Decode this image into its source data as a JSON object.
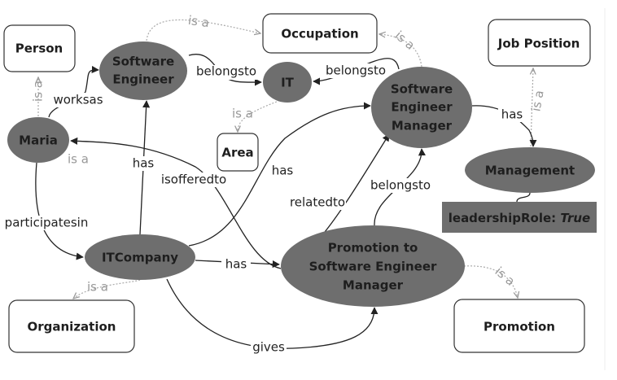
{
  "nodes": {
    "person": "Person",
    "occupation": "Occupation",
    "job_position": "Job Position",
    "software_engineer": [
      "Software",
      "Engineer"
    ],
    "it": "IT",
    "area": "Area",
    "se_manager": [
      "Software",
      "Engineer",
      "Manager"
    ],
    "maria": "Maria",
    "management": "Management",
    "leadership_key": "leadershipRole:",
    "leadership_value": "True",
    "itcompany": "ITCompany",
    "promotion_node": [
      "Promotion to",
      "Software Engineer",
      "Manager"
    ],
    "organization": "Organization",
    "promotion_class": "Promotion"
  },
  "edges": {
    "worksas": "worksas",
    "belongsto_se_it": "belongsto",
    "belongsto_sem_it": "belongsto",
    "belongsto_promo_sem": "belongsto",
    "has_itc_se": "has",
    "has_itc_sem": "has",
    "has_itc_promo": "has",
    "has_sem_mgmt": "has",
    "isofferedto": "isofferedto",
    "relatedto": "relatedto",
    "participatesin": "participatesin",
    "gives": "gives",
    "isa": "is a"
  }
}
